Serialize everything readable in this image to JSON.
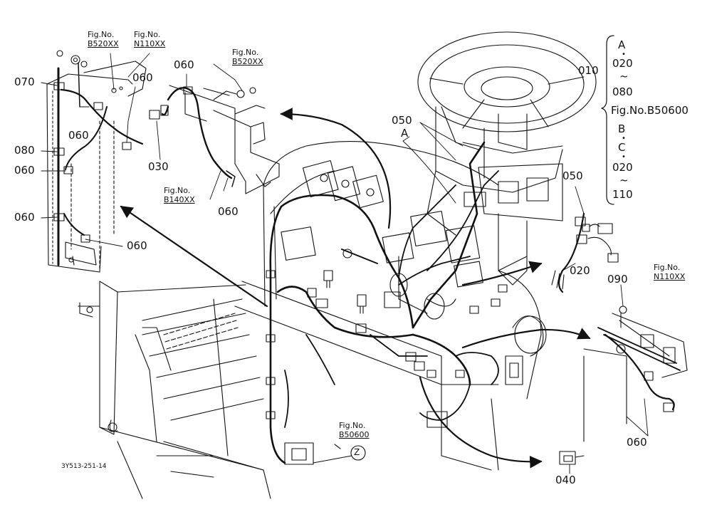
{
  "callouts": {
    "c070": "070",
    "c080": "080",
    "c060_a": "060",
    "c060_b": "060",
    "c060_c": "060",
    "c060_d": "060",
    "c060_e": "060",
    "c060_f": "060",
    "c060_g": "060",
    "c030": "030",
    "c050_a": "050",
    "c050_b": "050",
    "c020": "020",
    "c090": "090",
    "c040": "040",
    "c010": "010",
    "cA": "A",
    "cZ": "Z"
  },
  "fig_refs": {
    "f1_top": "Fig.No.",
    "f1_bottom": "B520XX",
    "f2_top": "Fig.No.",
    "f2_bottom": "N110XX",
    "f3_top": "Fig.No.",
    "f3_bottom": "B520XX",
    "f4_top": "Fig.No.",
    "f4_bottom": "B140XX",
    "f5_top": "Fig.No.",
    "f5_bottom": "N110XX",
    "f6_top": "Fig.No.",
    "f6_bottom": "B50600"
  },
  "legend": {
    "l1": "A",
    "l2": "020",
    "l3": "~",
    "l4": "080",
    "l5": "Fig.No.B50600",
    "l6": "B",
    "l7": "C",
    "l8": "020",
    "l9": "~",
    "l10": "110"
  },
  "drawing_code": "3Y513-251-14"
}
